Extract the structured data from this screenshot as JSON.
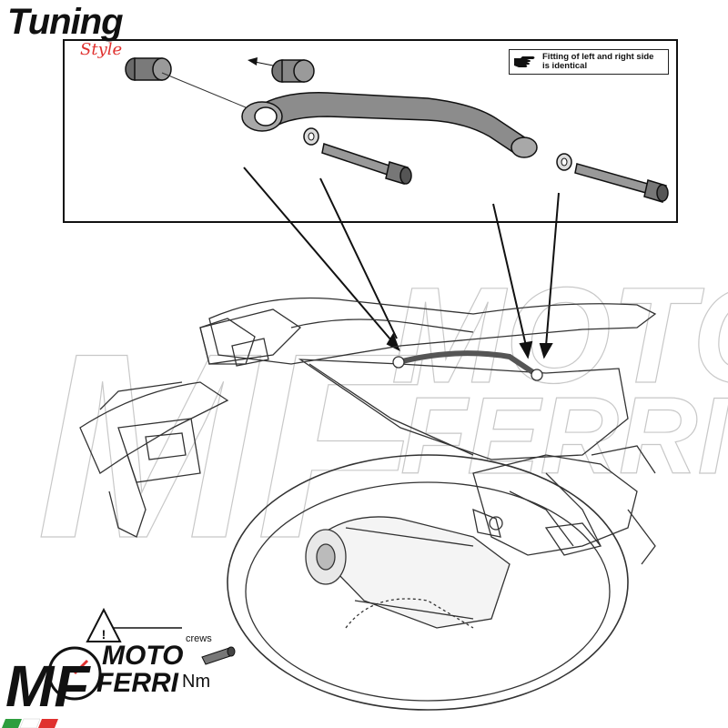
{
  "branding": {
    "tuning_text": "Tuning",
    "style_text": "Style",
    "moto_text": "MOTO",
    "ferri_text": "FERRI",
    "mf_text": "MF",
    "style_color": "#e0312f"
  },
  "diagram": {
    "fitting_note": "Fitting of left and right side\nis identical",
    "note_icon": "pointing-hand-icon"
  },
  "torque_legend": {
    "screws_label": "crews",
    "unit_label": "Nm"
  },
  "watermark": {
    "text_main": "MF",
    "text_moto": "MOTO",
    "text_ferri": "FERRI"
  }
}
